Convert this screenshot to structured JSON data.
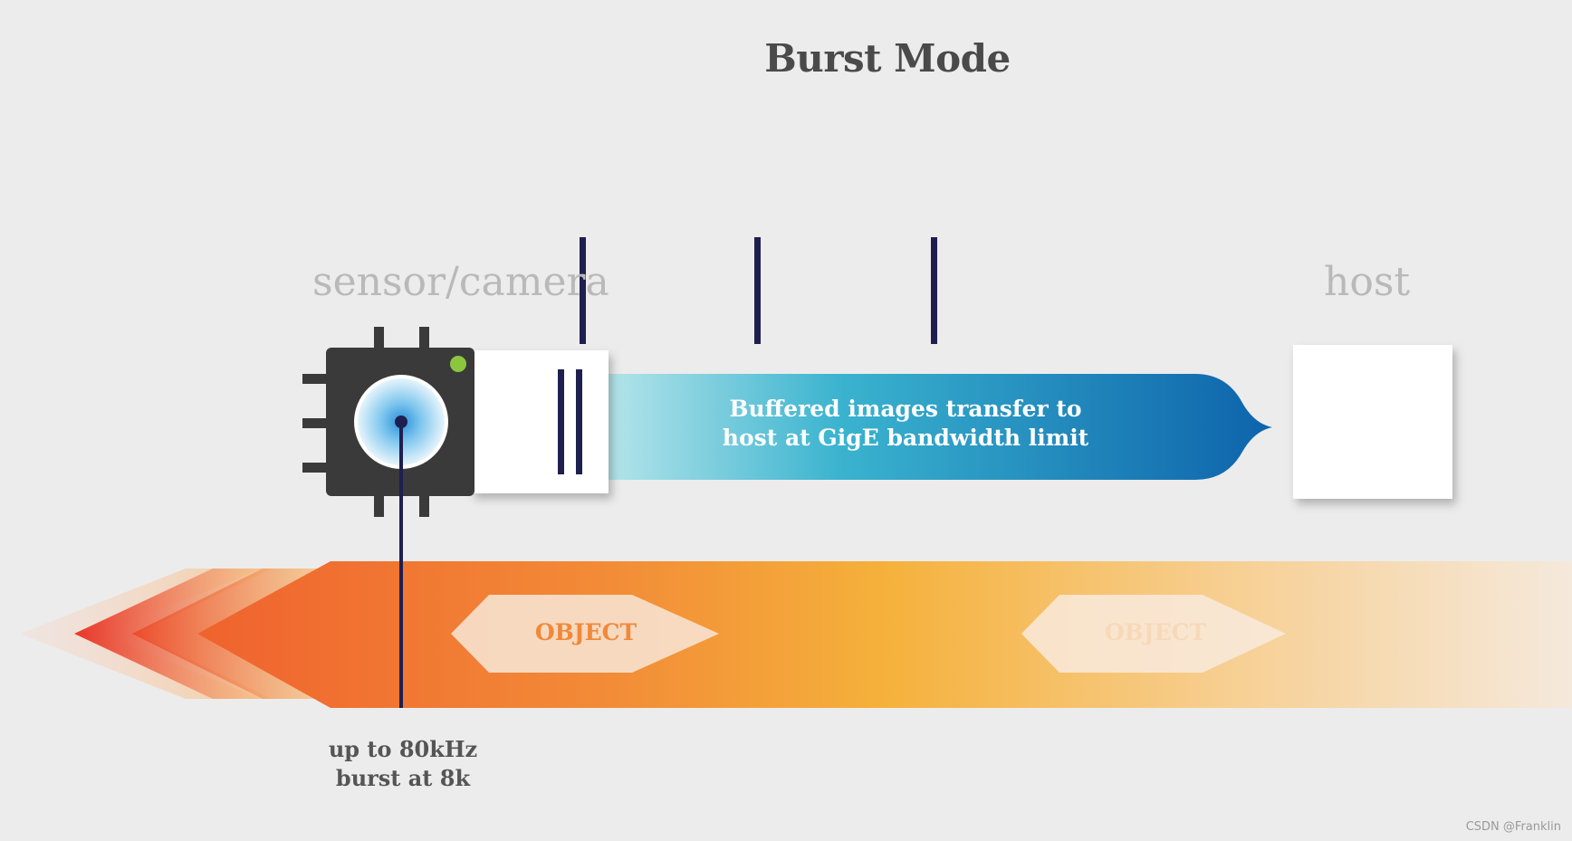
{
  "title": "Burst Mode",
  "labels": {
    "sensor": "sensor/camera",
    "host": "host"
  },
  "transfer": {
    "line1": "Buffered images transfer to",
    "line2": "host at GigE bandwidth limit"
  },
  "objects": [
    "OBJECT",
    "OBJECT"
  ],
  "burst": {
    "line1": "up to 80kHz",
    "line2": "burst at 8k"
  },
  "watermark": "CSDN @Franklin",
  "colors": {
    "background": "#ececec",
    "camera_body": "#3a3a3a",
    "status_dot": "#8cc63f",
    "transfer_light": "#a9e0e8",
    "transfer_dark": "#0f6ab0",
    "frame_line": "#1f1f4f",
    "motion_orange": "#f07a34",
    "motion_yellow": "#f5b13b"
  },
  "icons": [
    "camera-sensor-icon",
    "lens-icon",
    "status-led-icon"
  ]
}
